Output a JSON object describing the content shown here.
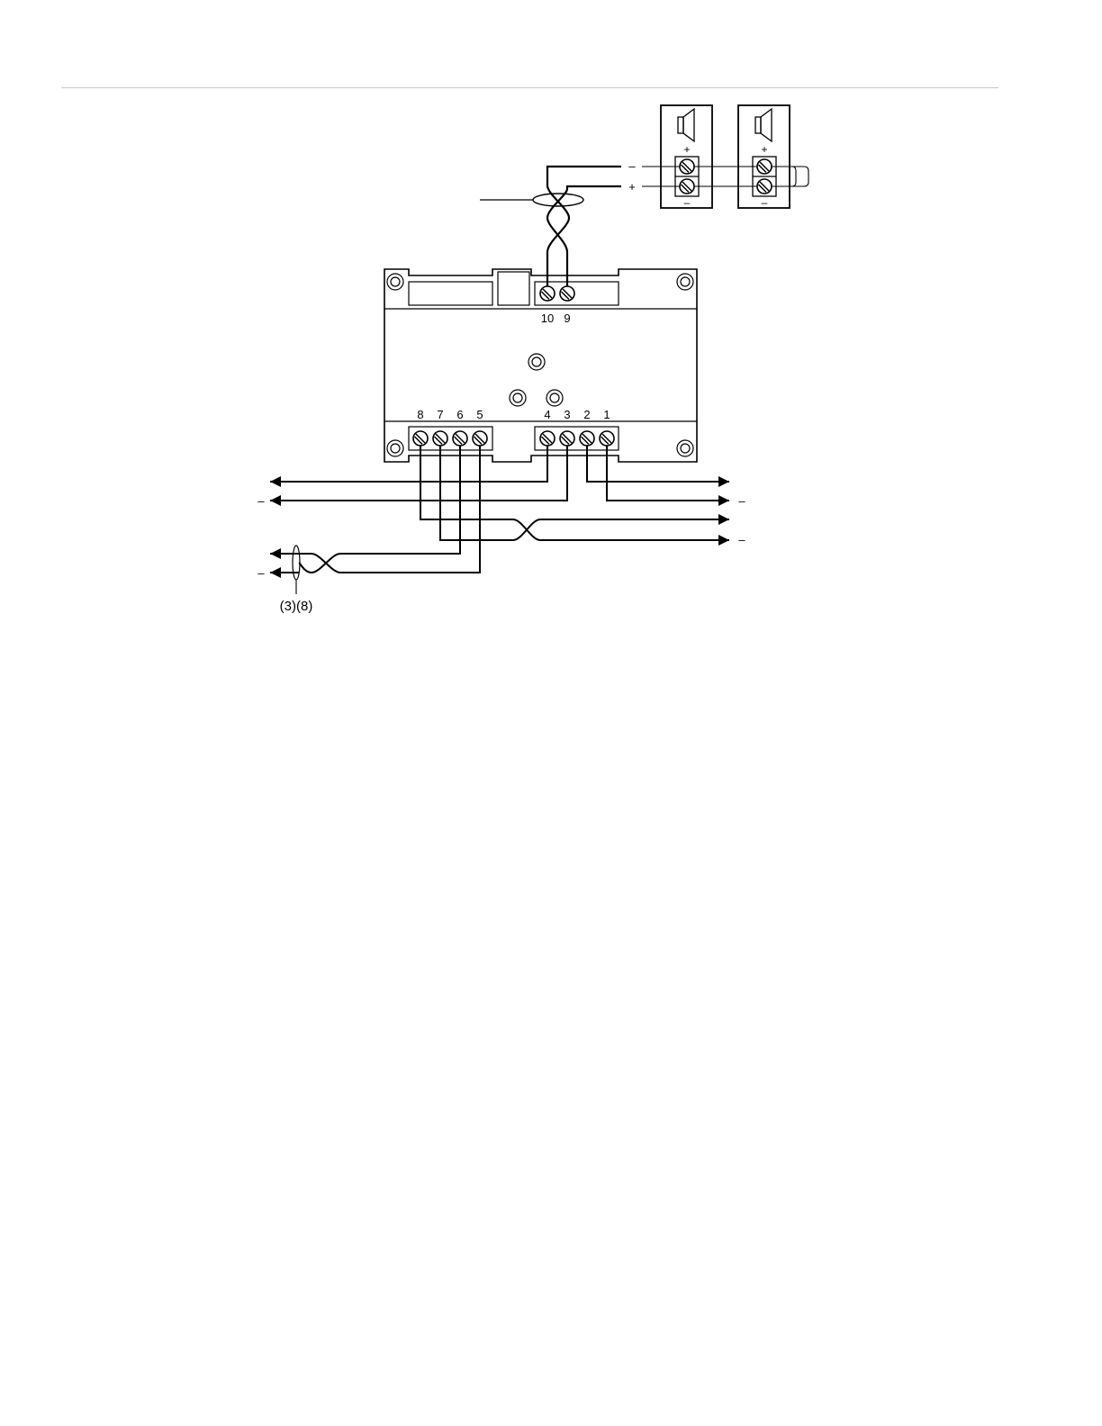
{
  "diagram": {
    "device_terminals": {
      "top": [
        "10",
        "9"
      ],
      "bottom_left": [
        "8",
        "7",
        "6",
        "5"
      ],
      "bottom_right": [
        "4",
        "3",
        "2",
        "1"
      ]
    },
    "speaker_circuit": {
      "minus_label": "–",
      "plus_label": "+",
      "speaker_terminal_plus": "+",
      "speaker_terminal_minus": "–"
    },
    "left_side_signs": [
      "–",
      "–"
    ],
    "right_side_signs": [
      "–",
      "–"
    ],
    "note_reference": "(3)(8)"
  },
  "colors": {
    "line": "#000000",
    "rule": "#c8c8c8"
  },
  "icons": [
    "speaker-icon",
    "screw-terminal-icon",
    "mounting-hole-icon",
    "arrowhead-icon"
  ]
}
